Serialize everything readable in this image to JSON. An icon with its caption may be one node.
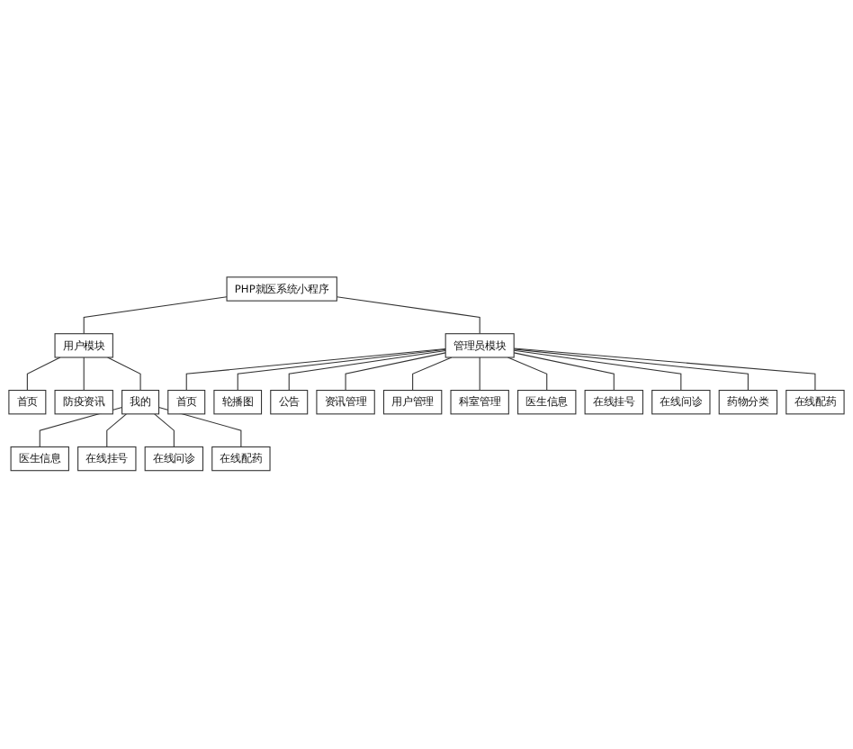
{
  "diagram": {
    "nodes": [
      {
        "text": [
          "PHP就医系统小程序"
        ]
      },
      {
        "text": [
          "用户模块"
        ]
      },
      {
        "text": [
          "管理员模块"
        ]
      },
      {
        "text": [
          "首页"
        ]
      },
      {
        "text": [
          "防疫资讯"
        ]
      },
      {
        "text": [
          "我的"
        ]
      },
      {
        "text": [
          "医生信息"
        ]
      },
      {
        "text": [
          "在线挂号"
        ]
      },
      {
        "text": [
          "在线问诊"
        ]
      },
      {
        "text": [
          "在线配药"
        ]
      },
      {
        "text": [
          "首页"
        ]
      },
      {
        "text": [
          "轮播图"
        ]
      },
      {
        "text": [
          "公告"
        ]
      },
      {
        "text": [
          "资讯管理"
        ]
      },
      {
        "text": [
          "用户管理"
        ]
      },
      {
        "text": [
          "科室管理"
        ]
      },
      {
        "text": [
          "医生信息"
        ]
      },
      {
        "text": [
          "在线挂号"
        ]
      },
      {
        "text": [
          "在线问诊"
        ]
      },
      {
        "text": [
          "药物分类"
        ]
      },
      {
        "text": [
          "在线配药"
        ]
      }
    ],
    "edges": [
      {
        "from": 0,
        "to": 1,
        "arrow": "none"
      },
      {
        "from": 0,
        "to": 2,
        "arrow": "none"
      },
      {
        "from": 1,
        "to": 3,
        "arrow": "none"
      },
      {
        "from": 1,
        "to": 4,
        "arrow": "none"
      },
      {
        "from": 1,
        "to": 5,
        "arrow": "none"
      },
      {
        "from": 5,
        "to": 6,
        "arrow": "none"
      },
      {
        "from": 5,
        "to": 7,
        "arrow": "none"
      },
      {
        "from": 5,
        "to": 8,
        "arrow": "none"
      },
      {
        "from": 5,
        "to": 9,
        "arrow": "none"
      },
      {
        "from": 2,
        "to": 10,
        "arrow": "none"
      },
      {
        "from": 2,
        "to": 11,
        "arrow": "none"
      },
      {
        "from": 2,
        "to": 12,
        "arrow": "none"
      },
      {
        "from": 2,
        "to": 13,
        "arrow": "none"
      },
      {
        "from": 2,
        "to": 14,
        "arrow": "none"
      },
      {
        "from": 2,
        "to": 15,
        "arrow": "none"
      },
      {
        "from": 2,
        "to": 16,
        "arrow": "none"
      },
      {
        "from": 2,
        "to": 17,
        "arrow": "none"
      },
      {
        "from": 2,
        "to": 18,
        "arrow": "none"
      },
      {
        "from": 2,
        "to": 19,
        "arrow": "none"
      },
      {
        "from": 2,
        "to": 20,
        "arrow": "none"
      }
    ]
  }
}
